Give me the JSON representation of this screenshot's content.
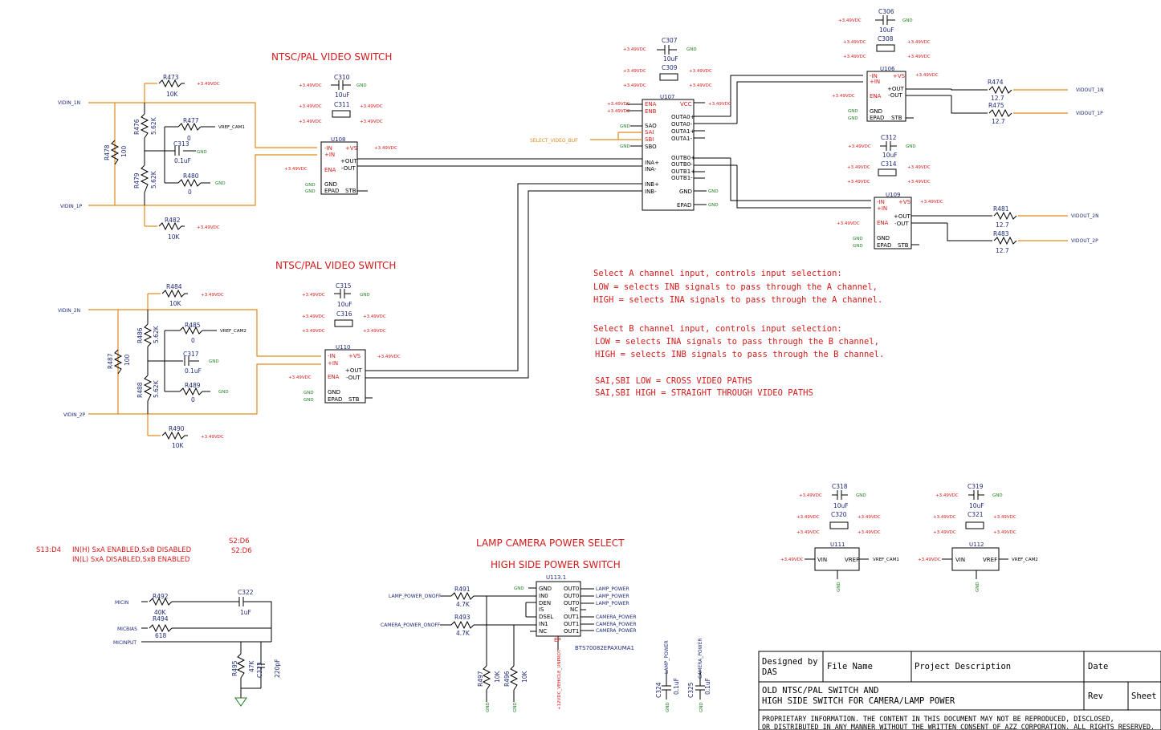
{
  "titles": {
    "video_switch_1": "NTSC/PAL VIDEO SWITCH",
    "video_switch_2": "NTSC/PAL VIDEO SWITCH",
    "lamp_camera": "LAMP CAMERA POWER SELECT",
    "high_side": "HIGH SIDE POWER SWITCH"
  },
  "notes": {
    "a1": "Select A channel input, controls input selection:",
    "a2": "LOW = selects INB signals to pass through the A channel,",
    "a3": "HIGH = selects INA signals to pass through the A channel.",
    "b1": "Select B channel input, controls input selection:",
    "b2": "LOW = selects INA signals to pass through the B channel,",
    "b3": "HIGH = selects INB signals to pass through the B channel.",
    "s1": "SAI,SBI LOW = CROSS VIDEO PATHS",
    "s2": "SAI,SBI HIGH = STRAIGHT THROUGH VIDEO PATHS",
    "s13": "S13:D4",
    "s2d6a": "S2:D6",
    "s2d6b": "S2:D6",
    "inh": "IN(H) SxA ENABLED,SxB DISABLED",
    "inl": "IN(L) SxA DISABLED,SxB ENABLED"
  },
  "nets": {
    "vdc": "+3.49VDC",
    "gnd": "GND",
    "vidin_1n": "VIDIN_1N",
    "vidin_1p": "VIDIN_1P",
    "vidin_2n": "VIDIN_2N",
    "vidin_2p": "VIDIN_2P",
    "vref_cam1": "VREF_CAM1",
    "vref_cam2": "VREF_CAM2",
    "select_video": "SELECT_VIDEO_BUF",
    "vidout_1n": "VIDOUT_1N",
    "vidout_1p": "VIDOUT_1P",
    "vidout_2n": "VIDOUT_2N",
    "vidout_2p": "VIDOUT_2P",
    "lamp_power": "LAMP_POWER",
    "camera_power": "CAMERA_POWER",
    "lamp_onoff": "LAMP_POWER_ONOFF",
    "camera_onoff": "CAMERA_POWER_ONOFF",
    "micin": "MICIN",
    "micbias": "MICBIAS",
    "micinput": "MICINPUT",
    "v12": "+12VDC_VEHICLE_UNPROT"
  },
  "parts": {
    "u108": "U108",
    "u110": "U110",
    "u107": "U107",
    "u106": "U106",
    "u109": "U109",
    "u111": "U111",
    "u112": "U112",
    "u113": "U113.1",
    "u113_pn": "BTS70082EPAXUMA1",
    "r473": "R473",
    "r477": "R477",
    "r476": "R476",
    "r478": "R478",
    "r479": "R479",
    "r480": "R480",
    "r482": "R482",
    "r484": "R484",
    "r485": "R485",
    "r486": "R486",
    "r487": "R487",
    "r488": "R488",
    "r489": "R489",
    "r490": "R490",
    "r474": "R474",
    "r475": "R475",
    "r481": "R481",
    "r483": "R483",
    "r491": "R491",
    "r492": "R492",
    "r493": "R493",
    "r494": "R494",
    "r495": "R495",
    "r496": "R496",
    "r497": "R497",
    "c306": "C306",
    "c307": "C307",
    "c308": "C308",
    "c309": "C309",
    "c310": "C310",
    "c311": "C311",
    "c312": "C312",
    "c313": "C313",
    "c314": "C314",
    "c315": "C315",
    "c316": "C316",
    "c317": "C317",
    "c318": "C318",
    "c319": "C319",
    "c320": "C320",
    "c321": "C321",
    "c322": "C322",
    "c323": "C323",
    "c324": "C324",
    "c325": "C325"
  },
  "values": {
    "k10": "10K",
    "r562": "5.62K",
    "r100": "100",
    "r0": "0",
    "r127": "12.7",
    "k47": "4.7K",
    "k40": "40K",
    "r618": "618",
    "k47b": "47K",
    "uf10": "10uF",
    "uf01": "0.1uF",
    "uf1": "1uF",
    "pf220": "220pF"
  },
  "pins": {
    "in_n": "-IN",
    "in_p": "+IN",
    "ena": "ENA",
    "vs": "+VS",
    "out_p": "+OUT",
    "out_n": "-OUT",
    "gnd": "GND",
    "epad": "EPAD",
    "stb": "STB",
    "vin": "VIN",
    "vref": "VREF",
    "u107_ena": "ENA",
    "u107_enb": "ENB",
    "u107_sao": "SAO",
    "u107_sai": "SAI",
    "u107_sbi": "SBI",
    "u107_sbo": "SBO",
    "u107_ina_p": "INA+",
    "u107_ina_n": "INA-",
    "u107_inb_p": "INB+",
    "u107_inb_n": "INB-",
    "u107_vcc": "VCC",
    "u107_outa_p": "OUTA0+",
    "u107_outa_n": "OUTA0-",
    "u107_outa1p": "OUTA1+",
    "u107_outa1n": "OUTA1-",
    "u107_outb_p": "OUTB0+",
    "u107_outb_n": "OUTB0-",
    "u107_outb1p": "OUTB1+",
    "u107_outb1n": "OUTB1-",
    "u107_gnd": "GND",
    "u107_epad": "EPAD",
    "u113_gnd": "GND",
    "u113_in0": "IN0",
    "u113_den": "DEN",
    "u113_is": "IS",
    "u113_dsel": "DSEL",
    "u113_in1": "IN1",
    "u113_nc": "NC",
    "u113_out0": "OUT0",
    "u113_out1": "OUT1",
    "u113_ep": "EP"
  },
  "title_block": {
    "designed_by_label": "Designed by",
    "designer": "DAS",
    "file_name_label": "File Name",
    "project_label": "Project Description",
    "date_label": "Date",
    "description_1": "OLD NTSC/PAL SWITCH AND",
    "description_2": "HIGH SIDE SWITCH FOR CAMERA/LAMP POWER",
    "rev_label": "Rev",
    "sheet_label": "Sheet",
    "notice_1": "PROPRIETARY INFORMATION. THE CONTENT IN THIS DOCUMENT MAY NOT BE REPRODUCED, DISCLOSED,",
    "notice_2": "OR DISTRIBUTED IN ANY MANNER WITHOUT THE WRITTEN CONSENT OF AZZ CORPORATION. ALL RIGHTS RESERVED."
  },
  "colors": {
    "wire": "#e08a1e",
    "part": "#1e2a7a",
    "power": "#d51a1a",
    "gnd": "#1d7d1d",
    "title": "#d51a1a",
    "black": "#000000"
  }
}
